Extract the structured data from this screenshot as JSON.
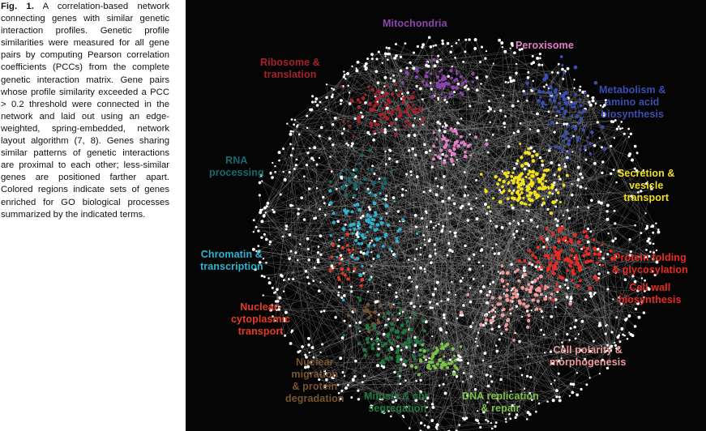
{
  "caption": {
    "label": "Fig. 1.",
    "text": "A correlation-based network connecting genes with similar genetic interaction profiles. Genetic profile similarities were measured for all gene pairs by computing Pearson correlation coefficients (PCCs) from the complete genetic interaction matrix. Gene pairs whose profile similarity exceeded a PCC > 0.2 threshold were connected in the network and laid out using an edge-weighted, spring-embedded, network layout algorithm (7, 8). Genes sharing similar patterns of genetic interactions are proximal to each other; less-similar genes are positioned farther apart. Colored regions indicate sets of genes enriched for GO biological processes summarized by the indicated terms."
  },
  "figure": {
    "background": "#050505",
    "node_color": "#ffffff",
    "edge_color": "#9a9a9a",
    "clusters": [
      {
        "key": "mitochondria",
        "lines": [
          "Mitochondria"
        ],
        "color": "#8e44ad"
      },
      {
        "key": "peroxisome",
        "lines": [
          "Peroxisome"
        ],
        "color": "#e47fc9"
      },
      {
        "key": "ribosome",
        "lines": [
          "Ribosome &",
          "translation"
        ],
        "color": "#a8212c"
      },
      {
        "key": "metabolism",
        "lines": [
          "Metabolism &",
          "amino acid",
          "biosynthesis"
        ],
        "color": "#3b4fb0"
      },
      {
        "key": "rna",
        "lines": [
          "RNA",
          "processing"
        ],
        "color": "#17696f"
      },
      {
        "key": "secretion",
        "lines": [
          "Secretion &",
          "vesicle",
          "transport"
        ],
        "color": "#f2e11b"
      },
      {
        "key": "chromatin",
        "lines": [
          "Chromatin &",
          "transcription"
        ],
        "color": "#2fb3d0"
      },
      {
        "key": "protein-folding",
        "lines": [
          "Protein folding",
          "& glycosylation"
        ],
        "color": "#ea2a24"
      },
      {
        "key": "cell-wall",
        "lines": [
          "Cell wall",
          "biosynthesis"
        ],
        "color": "#ea2a24"
      },
      {
        "key": "nuclear-cytoplasmic",
        "lines": [
          "Nuclear-",
          "cytoplasmic",
          "transport"
        ],
        "color": "#e53b22"
      },
      {
        "key": "cell-polarity",
        "lines": [
          "Cell polarity &",
          "morphogenesis"
        ],
        "color": "#f19b9b"
      },
      {
        "key": "nuclear-migration",
        "lines": [
          "Nuclear",
          "migration",
          "& protein",
          "degradation"
        ],
        "color": "#7a5530"
      },
      {
        "key": "mitosis",
        "lines": [
          "Mitosis & chr.",
          "segregation"
        ],
        "color": "#1f7a3e"
      },
      {
        "key": "dna-replication",
        "lines": [
          "DNA replication",
          "& repair"
        ],
        "color": "#7cc24a"
      }
    ]
  }
}
